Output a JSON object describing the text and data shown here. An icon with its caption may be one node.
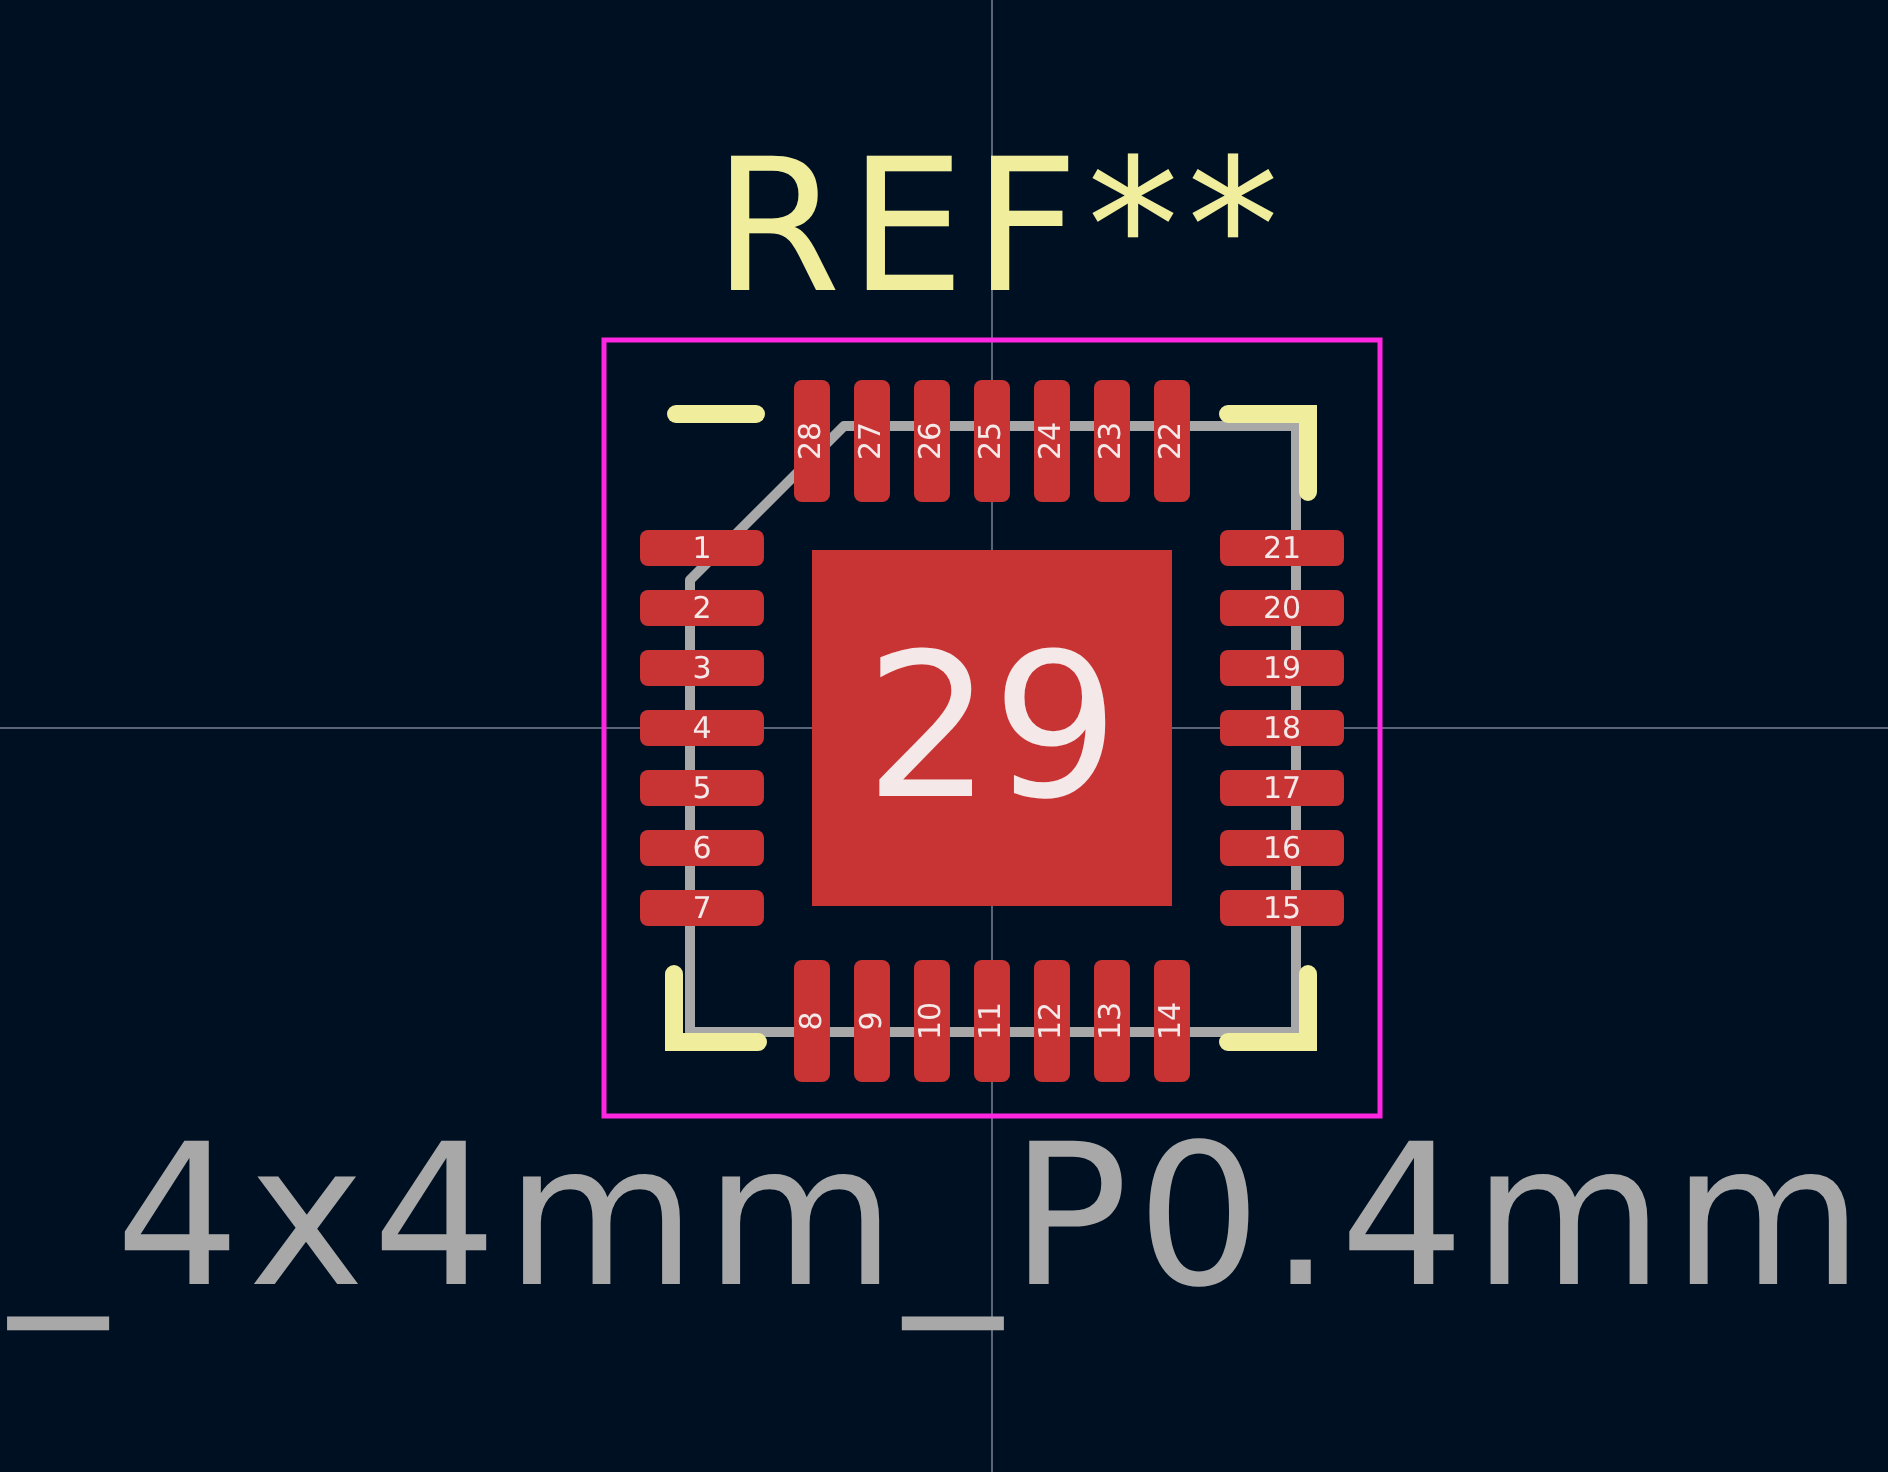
{
  "diagram": {
    "nodes": [
      {
        "text": [
          "1"
        ]
      },
      {
        "text": [
          "2"
        ]
      },
      {
        "text": [
          "3"
        ]
      },
      {
        "text": [
          "4"
        ]
      },
      {
        "text": [
          "5"
        ]
      },
      {
        "text": [
          "6"
        ]
      },
      {
        "text": [
          "7"
        ]
      },
      {
        "text": [
          "8"
        ]
      },
      {
        "text": [
          "9"
        ]
      },
      {
        "text": [
          "10"
        ]
      },
      {
        "text": [
          "11"
        ]
      },
      {
        "text": [
          "12"
        ]
      },
      {
        "text": [
          "13"
        ]
      },
      {
        "text": [
          "14"
        ]
      },
      {
        "text": [
          "15"
        ]
      },
      {
        "text": [
          "16"
        ]
      },
      {
        "text": [
          "17"
        ]
      },
      {
        "text": [
          "18"
        ]
      },
      {
        "text": [
          "19"
        ]
      },
      {
        "text": [
          "20"
        ]
      },
      {
        "text": [
          "21"
        ]
      },
      {
        "text": [
          "22"
        ]
      },
      {
        "text": [
          "23"
        ]
      },
      {
        "text": [
          "24"
        ]
      },
      {
        "text": [
          "25"
        ]
      },
      {
        "text": [
          "26"
        ]
      },
      {
        "text": [
          "27"
        ]
      },
      {
        "text": [
          "28"
        ]
      },
      {
        "text": [
          "29"
        ]
      }
    ],
    "labels": [
      "REF**",
      "_4x4mm_P0.4mm"
    ]
  }
}
